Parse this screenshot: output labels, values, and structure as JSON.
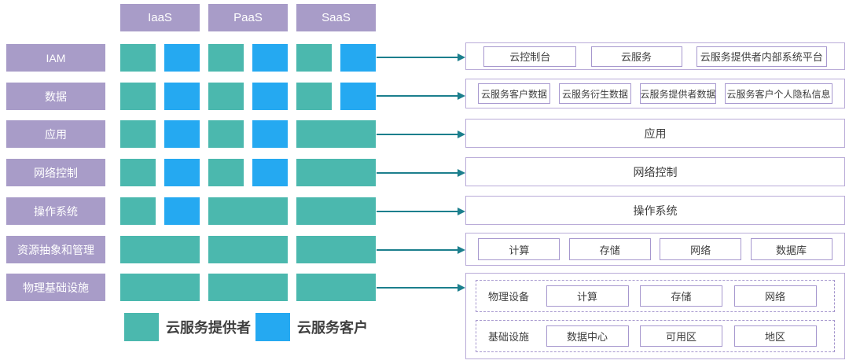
{
  "column_headers": [
    "IaaS",
    "PaaS",
    "SaaS"
  ],
  "colors": {
    "provider_teal": "#4bb8ae",
    "customer_blue": "#25a9f1",
    "label_purple": "#a89cc8",
    "arrow_teal": "#1c7f8d",
    "outer_box_border": "#b9abd8",
    "inner_box_border": "#a697ce"
  },
  "rows": [
    {
      "label": "IAM",
      "cells": [
        "split",
        "split",
        "split"
      ],
      "right": {
        "type": "boxes",
        "boxes": [
          "云控制台",
          "云服务",
          "云服务提供者内部系统平台"
        ]
      }
    },
    {
      "label": "数据",
      "cells": [
        "split",
        "split",
        "split"
      ],
      "right": {
        "type": "boxes",
        "boxes": [
          "云服务客户数据",
          "云服务衍生数据",
          "云服务提供者数据",
          "云服务客户个人隐私信息"
        ]
      }
    },
    {
      "label": "应用",
      "cells": [
        "split",
        "split",
        "full"
      ],
      "right": {
        "type": "plain",
        "text": "应用"
      }
    },
    {
      "label": "网络控制",
      "cells": [
        "split",
        "split",
        "full"
      ],
      "right": {
        "type": "plain",
        "text": "网络控制"
      }
    },
    {
      "label": "操作系统",
      "cells": [
        "split",
        "full",
        "full"
      ],
      "right": {
        "type": "plain",
        "text": "操作系统"
      }
    },
    {
      "label": "资源抽象和管理",
      "cells": [
        "full",
        "full",
        "full"
      ],
      "right": {
        "type": "boxes",
        "boxes": [
          "计算",
          "存储",
          "网络",
          "数据库"
        ]
      }
    },
    {
      "label": "物理基础设施",
      "cells": [
        "full",
        "full",
        "full"
      ],
      "right": {
        "type": "groups",
        "groups": [
          {
            "label": "物理设备",
            "boxes": [
              "计算",
              "存储",
              "网络"
            ]
          },
          {
            "label": "基础设施",
            "boxes": [
              "数据中心",
              "可用区",
              "地区"
            ]
          }
        ]
      }
    }
  ],
  "legend": [
    {
      "label": "云服务提供者",
      "color": "#4bb8ae"
    },
    {
      "label": "云服务客户",
      "color": "#25a9f1"
    }
  ]
}
